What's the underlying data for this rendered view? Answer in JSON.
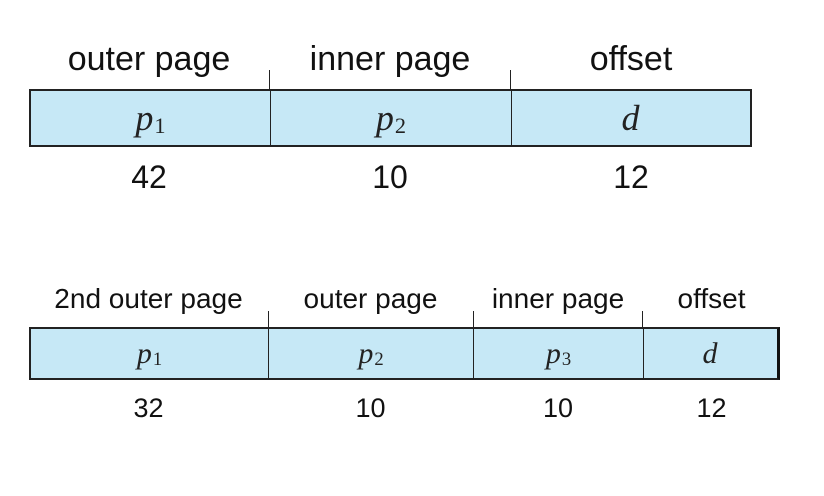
{
  "diagram_top": {
    "headers": [
      "outer page",
      "inner page",
      "offset"
    ],
    "cells": [
      {
        "var": "p",
        "sub": "1"
      },
      {
        "var": "p",
        "sub": "2"
      },
      {
        "var": "d",
        "sub": ""
      }
    ],
    "bits": [
      "42",
      "10",
      "12"
    ]
  },
  "diagram_bottom": {
    "headers": [
      "2nd outer page",
      "outer page",
      "inner page",
      "offset"
    ],
    "cells": [
      {
        "var": "p",
        "sub": "1"
      },
      {
        "var": "p",
        "sub": "2"
      },
      {
        "var": "p",
        "sub": "3"
      },
      {
        "var": "d",
        "sub": ""
      }
    ],
    "bits": [
      "32",
      "10",
      "10",
      "12"
    ]
  },
  "colors": {
    "field_fill": "#c6e8f6",
    "line": "#222222",
    "text": "#111111"
  }
}
